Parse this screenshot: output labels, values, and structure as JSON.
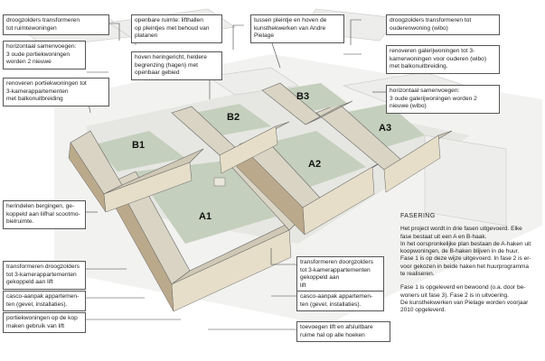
{
  "blocks": {
    "a1": "A1",
    "a2": "A2",
    "a3": "A3",
    "b1": "B1",
    "b2": "B2",
    "b3": "B3"
  },
  "callouts": {
    "top_left_1": [
      "droogzolders transformeren",
      "tot ruimtewoningen"
    ],
    "top_left_2": [
      "horizontaal samenvoegen:",
      "3 oude portiekwoningen",
      "worden 2 nieuwe"
    ],
    "top_left_3": [
      "renoveren portiekwoningen tot",
      "3-kamerappartementen",
      "met balkonuitbreiding"
    ],
    "top_mid_1": [
      "openbare ruimte: lifthallen",
      "op pleintjes met behoud van",
      "platanen"
    ],
    "top_mid_2": [
      "hoven heringericht, heldere",
      "begrenzing (hagen) met",
      "openbaar gebied"
    ],
    "top_center": [
      "tussen pleintje en hoven de",
      "kunsthekwerken van Andre",
      "Pielage"
    ],
    "top_right_1": [
      "droogzolders transformeren tot",
      "ouderenwoning (wibo)"
    ],
    "top_right_2": [
      "renoveren galerijwoningen tot 3-",
      "kamerwoningen voor ouderen (wibo)",
      "met balkonuitbreiding."
    ],
    "top_right_3": [
      "horizontaal samenvoegen:",
      "3 oude galerijwoningen worden 2",
      "nieuwe (wibo)"
    ],
    "left_1": [
      "herindelen bergingen, ge-",
      "koppeld aan liifhal scootmo-",
      "bielruimte."
    ],
    "left_2": [
      "transformeren droogzolders",
      "tot 3-kamerappartementen",
      "gekoppeld aan lift"
    ],
    "left_3": [
      "casco-aanpak appartemen-",
      "ten (gevel, installaties)."
    ],
    "left_4": [
      "portiekwoningen op de kop",
      "maken gebruik van lift"
    ],
    "bottom_mid_1": [
      "transformeren doorgzolders",
      "tot 3-kamerappartementen",
      "gekoppeld aan",
      "lift"
    ],
    "bottom_mid_2": [
      "casco-aanpak appartemen-",
      "ten (gevel, installaties)."
    ],
    "bottom_mid_3": [
      "toevoegen lift en afsluitbare",
      "ruime hal op alle hoeken"
    ]
  },
  "fasering": {
    "title": "FASERING",
    "paragraphs": [
      "Het project wordt in drie fasen uitgevoerd. Elke",
      "fase bestaat uit een A en B-haak.",
      "In het oorspronkelijke plan bestaan de A-haken uit",
      "koopwoningen, de B-haken blijven in de huur.",
      "Fase 1 is op deze wijze uitgevoerd. In fase 2 is er-",
      "voor gekozen in beide haken het huurprogramma",
      "te realiseren."
    ],
    "paragraphs2": [
      "Fase 1 is opgeleverd en bewoond (o.a. door be-",
      "woners uit fase 3). Fase 2 is in uitvoering.",
      "De kunsthekwerken van Pielage worden voorjaar",
      "2010 opgeleverd."
    ]
  }
}
